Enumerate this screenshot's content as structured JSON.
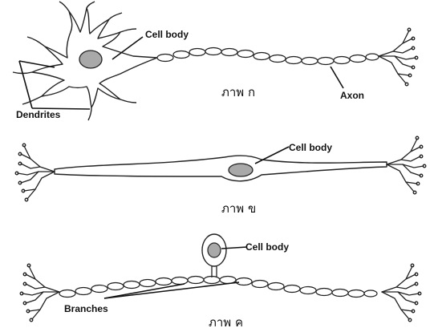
{
  "diagram_a": {
    "caption": "ภาพ ก",
    "labels": {
      "cell_body": "Cell body",
      "axon": "Axon",
      "dendrites": "Dendrites"
    }
  },
  "diagram_b": {
    "caption": "ภาพ ข",
    "labels": {
      "cell_body": "Cell body"
    }
  },
  "diagram_c": {
    "caption": "ภาพ ค",
    "labels": {
      "cell_body": "Cell body",
      "branches": "Branches"
    }
  },
  "colors": {
    "ink": "#111111",
    "nucleus": "#a9a9a9",
    "background": "#ffffff"
  }
}
